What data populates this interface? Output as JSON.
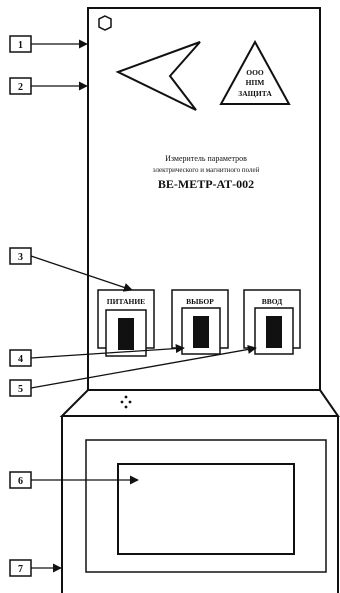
{
  "callouts": [
    "1",
    "2",
    "3",
    "4",
    "5",
    "6",
    "7"
  ],
  "logo_text": [
    "ООО",
    "НПМ",
    "ЗАЩИТА"
  ],
  "device_caption": {
    "line1": "Измеритель параметров",
    "line2": "электрического и магнитного полей",
    "model": "ВЕ-МЕТР-АТ-002"
  },
  "buttons": {
    "power": "ПИТАНИЕ",
    "select": "ВЫБОР",
    "enter": "ВВОД"
  }
}
